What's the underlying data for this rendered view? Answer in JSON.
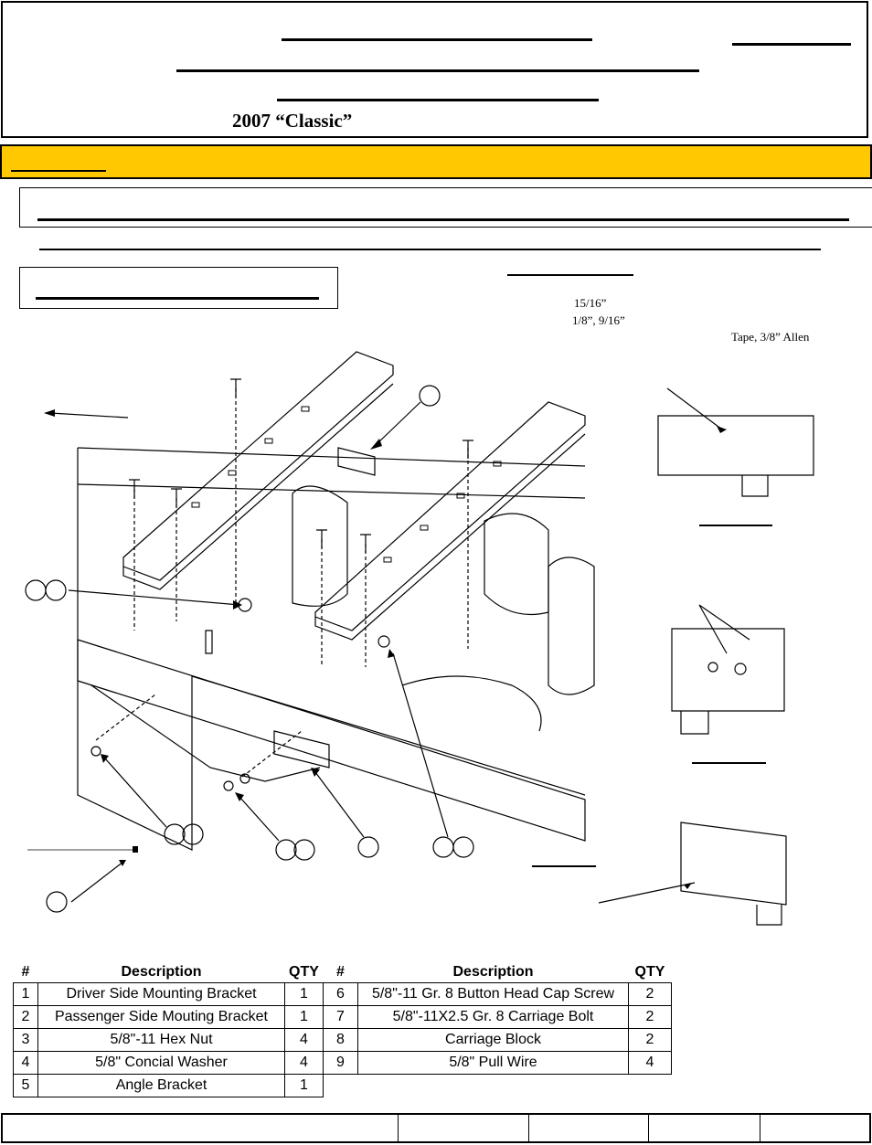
{
  "header": {
    "model": "2007 “Classic”"
  },
  "tools": {
    "line1": "15/16”",
    "line2": "1/8”, 9/16”",
    "line3": "Tape, 3/8” Allen"
  },
  "parts": {
    "headers": [
      "#",
      "Description",
      "QTY",
      "#",
      "Description",
      "QTY"
    ],
    "rows": [
      [
        "1",
        "Driver Side Mounting Bracket",
        "1",
        "6",
        "5/8\"-11 Gr. 8 Button Head Cap Screw",
        "2"
      ],
      [
        "2",
        "Passenger Side Mouting Bracket",
        "1",
        "7",
        "5/8\"-11X2.5 Gr. 8 Carriage Bolt",
        "2"
      ],
      [
        "3",
        "5/8\"-11 Hex Nut",
        "4",
        "8",
        "Carriage Block",
        "2"
      ],
      [
        "4",
        "5/8\" Concial Washer",
        "4",
        "9",
        "5/8\" Pull Wire",
        "4"
      ],
      [
        "5",
        "Angle Bracket",
        "1",
        "",
        "",
        ""
      ]
    ]
  }
}
